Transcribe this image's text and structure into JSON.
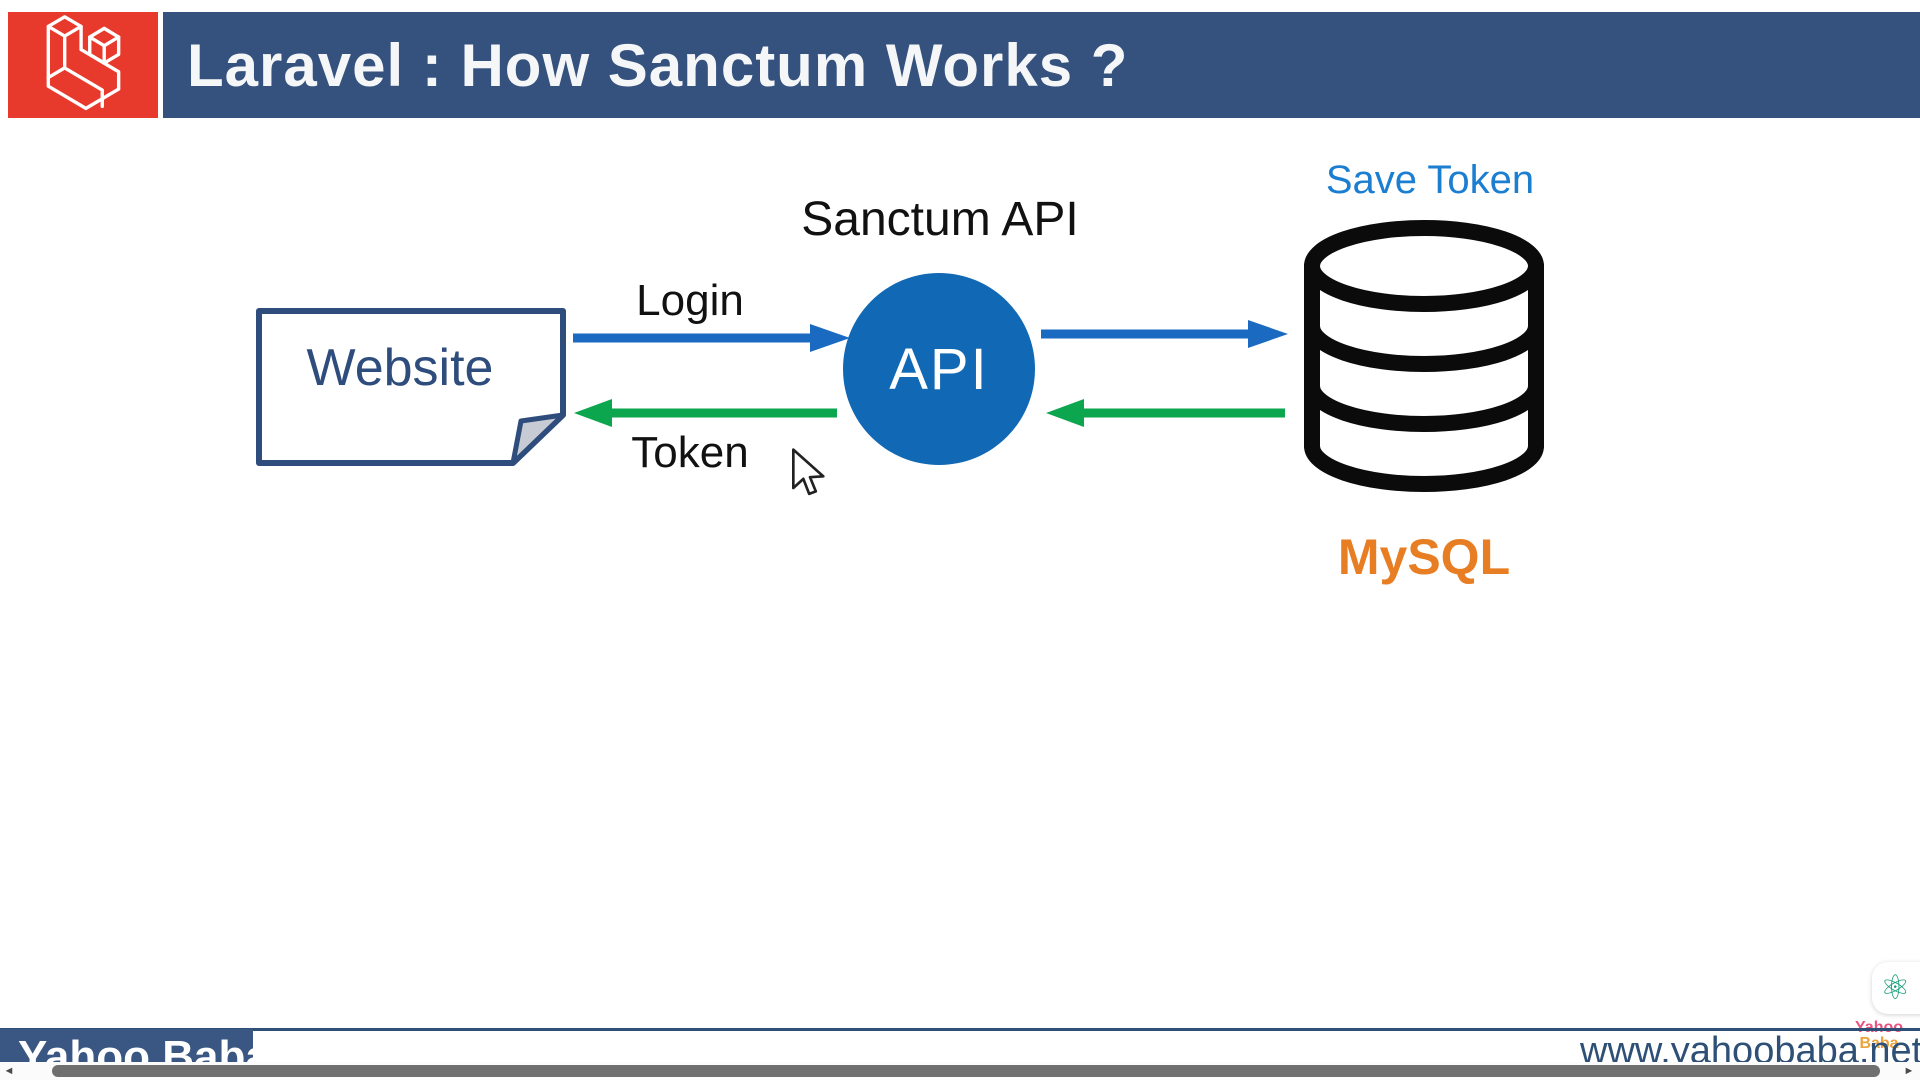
{
  "header": {
    "title": "Laravel : How Sanctum Works ?"
  },
  "diagram": {
    "sanctum_api_label": "Sanctum API",
    "save_token_label": "Save Token",
    "website_label": "Website",
    "api_label": "API",
    "login_label": "Login",
    "token_label": "Token",
    "mysql_label": "MySQL"
  },
  "footer": {
    "brand": "Yahoo Baba",
    "url": "www.yahoobaba.net",
    "mini_logo_line1": "Yahoo",
    "mini_logo_line2": "Baba"
  },
  "widgets": {
    "atom_glyph": "⚛",
    "scroll_left_glyph": "◄",
    "scroll_right_glyph": "►"
  },
  "colors": {
    "header_bar": "#35517E",
    "logo_bg": "#E8392D",
    "arrow_blue": "#1B6AC1",
    "arrow_green": "#0CA64E",
    "api_circle": "#1168B4",
    "website_border": "#2E4C7C",
    "save_token_text": "#1B7ED1",
    "mysql_text": "#E87E23",
    "footer_navy": "#2E5077",
    "db_icon": "#0B0B0B"
  }
}
